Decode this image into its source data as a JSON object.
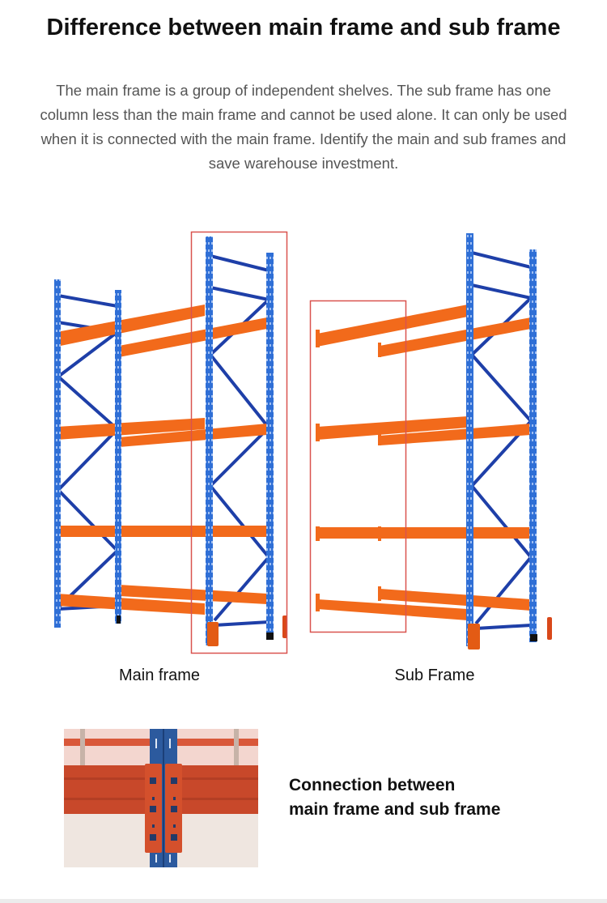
{
  "header": {
    "title": "Difference between main frame and sub frame"
  },
  "description": {
    "lines": [
      "The main frame is a group of independent shelves. The sub frame has one",
      "column less than the main frame and cannot be used alone. It can only be used",
      "when it is connected with the main frame. Identify the main and sub frames and",
      "save warehouse investment."
    ]
  },
  "figures": {
    "main_frame": {
      "caption": "Main frame"
    },
    "sub_frame": {
      "caption": "Sub Frame"
    }
  },
  "connection": {
    "line1": "Connection between",
    "line2": "main frame and sub frame"
  },
  "colors": {
    "upright_blue": "#2f6fd6",
    "brace_navy": "#1e3fa8",
    "beam_orange": "#f26a1b",
    "highlight_red": "#d9534f",
    "text_dark": "#111111",
    "text_gray": "#555555"
  }
}
